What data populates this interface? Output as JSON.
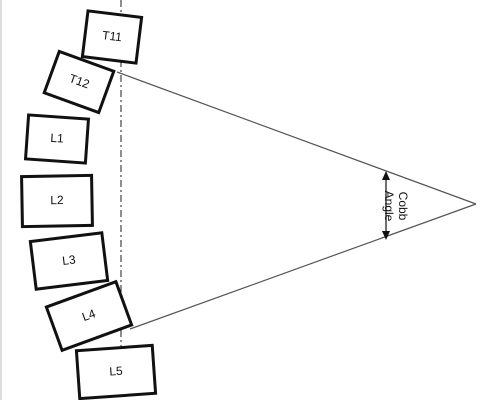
{
  "diagram": {
    "vertebrae": [
      {
        "label": "T11"
      },
      {
        "label": "T12"
      },
      {
        "label": "L1"
      },
      {
        "label": "L2"
      },
      {
        "label": "L3"
      },
      {
        "label": "L4"
      },
      {
        "label": "L5"
      }
    ],
    "angle_label_line1": "Cobb",
    "angle_label_line2": "Angle",
    "colors": {
      "outline": "#111111",
      "lines": "#555555",
      "background": "#ffffff"
    }
  }
}
